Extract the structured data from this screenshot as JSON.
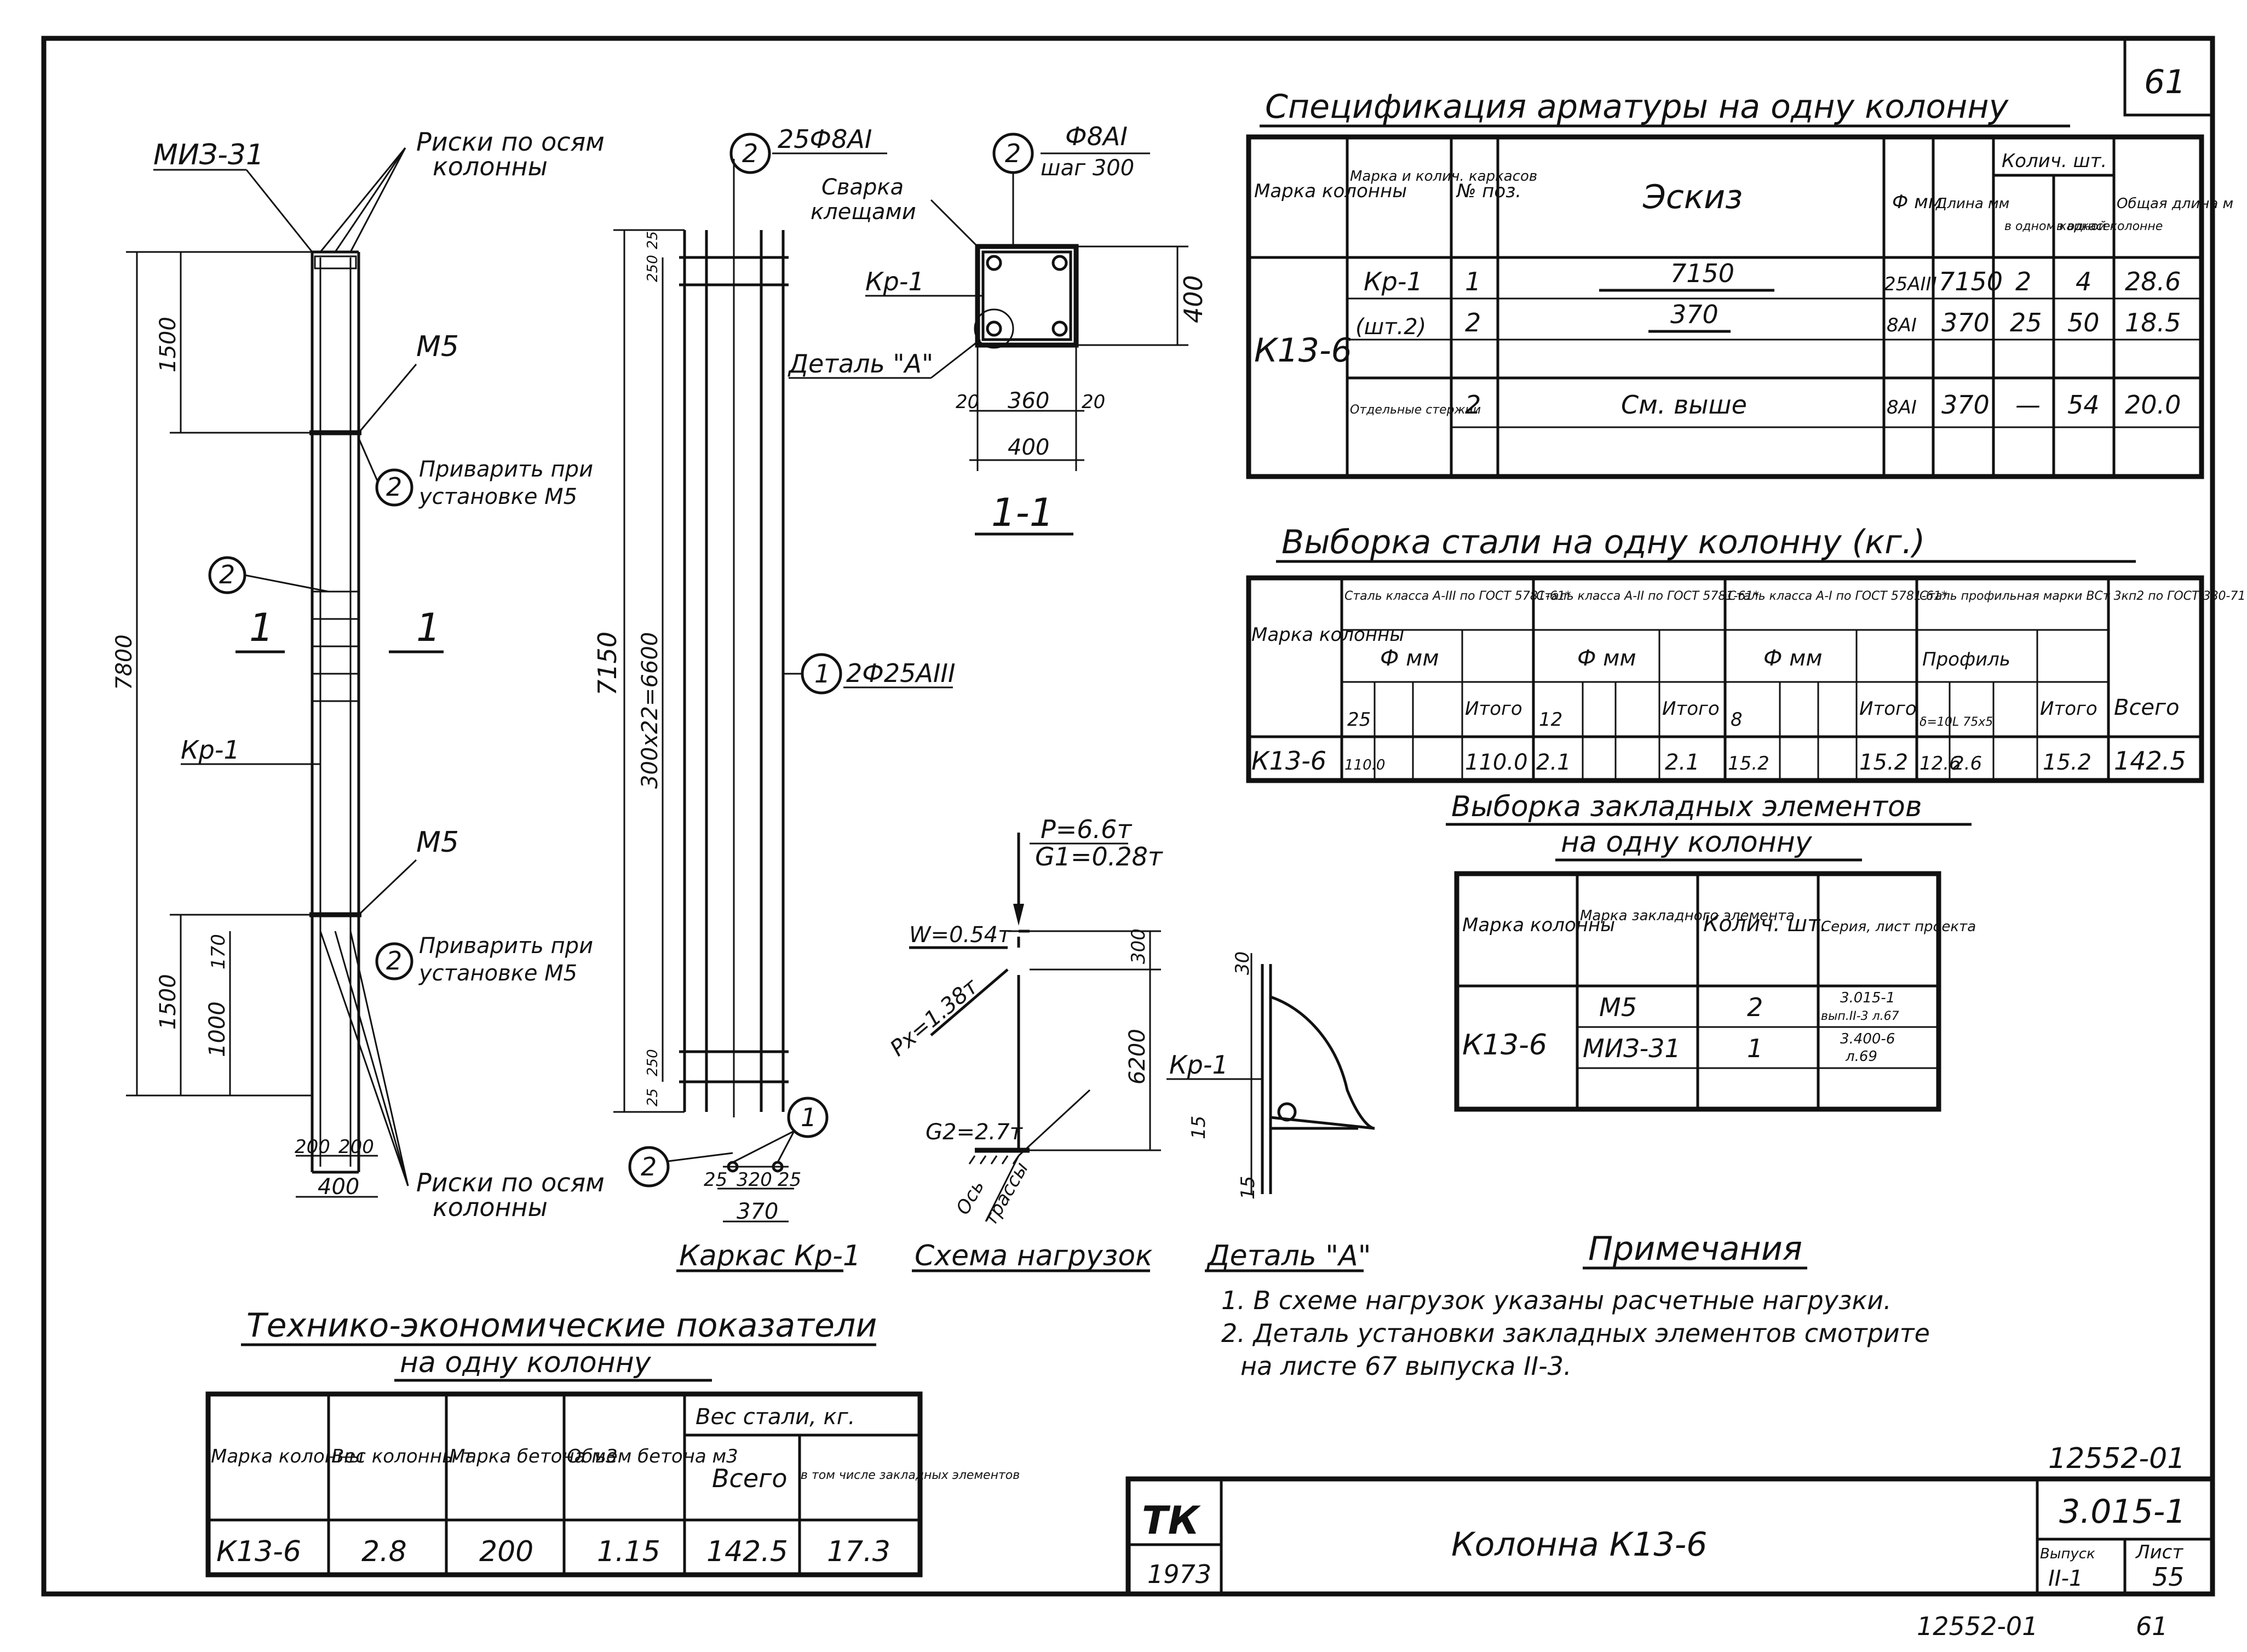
{
  "sheet": {
    "page_number": "61",
    "code_right": "12552-01",
    "code_bottom": "12552-01",
    "page_bottom": "61",
    "series": "3.015-1",
    "issue_label": "Выпуск",
    "issue_value": "II-1",
    "sheet_label": "Лист",
    "sheet_value": "55",
    "year": "1973",
    "logo": "ТК",
    "title": "Колонна К13-6"
  },
  "views": {
    "elevation": {
      "label_mz": "МИЗ-31",
      "risks_top_1": "Риски по осям",
      "risks_top_2": "колонны",
      "m5_top": "М5",
      "m5_bottom": "М5",
      "weld_top_1": "Приварить при",
      "weld_top_2": "установке М5",
      "weld_bottom_1": "Приварить при",
      "weld_bottom_2": "установке М5",
      "kr1": "Кр-1",
      "section_left": "1",
      "section_right": "1",
      "bubble_2a": "2",
      "bubble_2b": "2",
      "bubble_2c": "2",
      "risks_bottom_1": "Риски по осям",
      "risks_bottom_2": "колонны",
      "dim_1500_top": "1500",
      "dim_7800": "7800",
      "dim_1500_bottom": "1500",
      "dim_1000": "1000",
      "dim_170": "170",
      "dim_200a": "200",
      "dim_200b": "200",
      "dim_400": "400"
    },
    "frame": {
      "caption": "Каркас Кр-1",
      "bubble_top": "2",
      "label_top": "25Ф8АI",
      "bubble_mid": "1",
      "label_mid": "2Ф25АIII",
      "bubble_bottom_left": "2",
      "bubble_bottom_right": "1",
      "dim_7150": "7150",
      "dim_300x22": "300x22=6600",
      "dim_25a": "25",
      "dim_250a": "250",
      "dim_250b": "250",
      "dim_25b": "25",
      "dim_b25a": "25",
      "dim_b320": "320",
      "dim_b25b": "25",
      "dim_b370": "370"
    },
    "section11": {
      "caption": "1-1",
      "bubble": "2",
      "label_1": "Ф8АI",
      "label_2": "шаг 300",
      "weld_1": "Сварка",
      "weld_2": "клещами",
      "kr1": "Кр-1",
      "detail": "Деталь \"А\"",
      "dim_400_right": "400",
      "dim_20a": "20",
      "dim_360": "360",
      "dim_20b": "20",
      "dim_400_bottom": "400"
    },
    "loads": {
      "caption": "Схема нагрузок",
      "p": "P=6.6т",
      "g1": "G1=0.28т",
      "w": "W=0.54т",
      "px": "Px=1.38т",
      "g2": "G2=2.7т",
      "axis_1": "Ось",
      "axis_2": "трассы",
      "dim_300": "300",
      "dim_6200": "6200"
    },
    "detail": {
      "caption": "Деталь \"А\"",
      "kr1": "Кр-1",
      "dim_30": "30",
      "dim_15a": "15",
      "dim_15b": "15"
    }
  },
  "spec": {
    "title": "Спецификация арматуры на одну колонну",
    "h_mark": "Марка колонны",
    "h_frame": "Марка и колич. каркасов",
    "h_pos": "№ поз.",
    "h_sketch": "Эскиз",
    "h_dia": "Ф мм",
    "h_len": "Длина мм",
    "h_qty": "Колич. шт.",
    "h_qty_frame": "в одном каркасе",
    "h_qty_col": "в одной колонне",
    "h_total": "Общая длина м",
    "mark": "К13-6",
    "rows": [
      {
        "frame": "Кр-1",
        "pos": "1",
        "sketch": "7150",
        "dia": "25AIII",
        "len": "7150",
        "q_frame": "2",
        "q_col": "4",
        "total": "28.6"
      },
      {
        "frame": "(шт.2)",
        "pos": "2",
        "sketch": "370",
        "dia": "8AI",
        "len": "370",
        "q_frame": "25",
        "q_col": "50",
        "total": "18.5"
      },
      {
        "frame": "Отдельные стержни",
        "pos": "2",
        "sketch": "См. выше",
        "dia": "8AI",
        "len": "370",
        "q_frame": "—",
        "q_col": "54",
        "total": "20.0"
      }
    ]
  },
  "steel": {
    "title": "Выборка стали на одну колонну (кг.)",
    "h_mark": "Марка колонны",
    "h_c1": "Сталь класса А-III по ГОСТ 5781-61*",
    "h_c2": "Сталь класса А-II по ГОСТ 5781-61*",
    "h_c3": "Сталь класса А-I по ГОСТ 5781-61*",
    "h_c4": "Сталь профильная марки ВСт 3кп2 по ГОСТ 380-71",
    "h_dia": "Ф мм",
    "h_profile": "Профиль",
    "h_itogo": "Итого",
    "h_vsego": "Всего",
    "d1": "25",
    "d2": "12",
    "d3": "8",
    "p1": "δ=10",
    "p2": "L 75x5",
    "mark": "К13-6",
    "v_25": "110.0",
    "v_it1": "110.0",
    "v_12": "2.1",
    "v_it2": "2.1",
    "v_8": "15.2",
    "v_it3": "15.2",
    "v_p1": "12.6",
    "v_p2": "2.6",
    "v_it4": "15.2",
    "v_total": "142.5"
  },
  "embedded": {
    "title_1": "Выборка закладных элементов",
    "title_2": "на одну колонну",
    "h_mark": "Марка колонны",
    "h_elem": "Марка закладного элемента",
    "h_qty": "Колич. шт.",
    "h_series": "Серия, лист проекта",
    "mark": "К13-6",
    "rows": [
      {
        "elem": "М5",
        "qty": "2",
        "series_1": "3.015-1",
        "series_2": "вып.II-3 л.67"
      },
      {
        "elem": "МИЗ-31",
        "qty": "1",
        "series_1": "3.400-6",
        "series_2": "л.69"
      }
    ]
  },
  "notes": {
    "title": "Примечания",
    "n1": "1. В схеме нагрузок указаны расчетные нагрузки.",
    "n2": "2. Деталь установки закладных элементов смотрите",
    "n3": "на листе 67 выпуска II-3."
  },
  "tech": {
    "title_1": "Технико-экономические показатели",
    "title_2": "на одну колонну",
    "h_mark": "Марка колонны",
    "h_weight": "Вес колонны т",
    "h_concrete": "Марка бетона м3",
    "h_volume": "Объем бетона м3",
    "h_steel": "Вес стали, кг.",
    "h_all": "Всего",
    "h_incl": "в том числе закладных элементов",
    "mark": "К13-6",
    "weight": "2.8",
    "concrete": "200",
    "volume": "1.15",
    "steel_all": "142.5",
    "steel_incl": "17.3"
  }
}
